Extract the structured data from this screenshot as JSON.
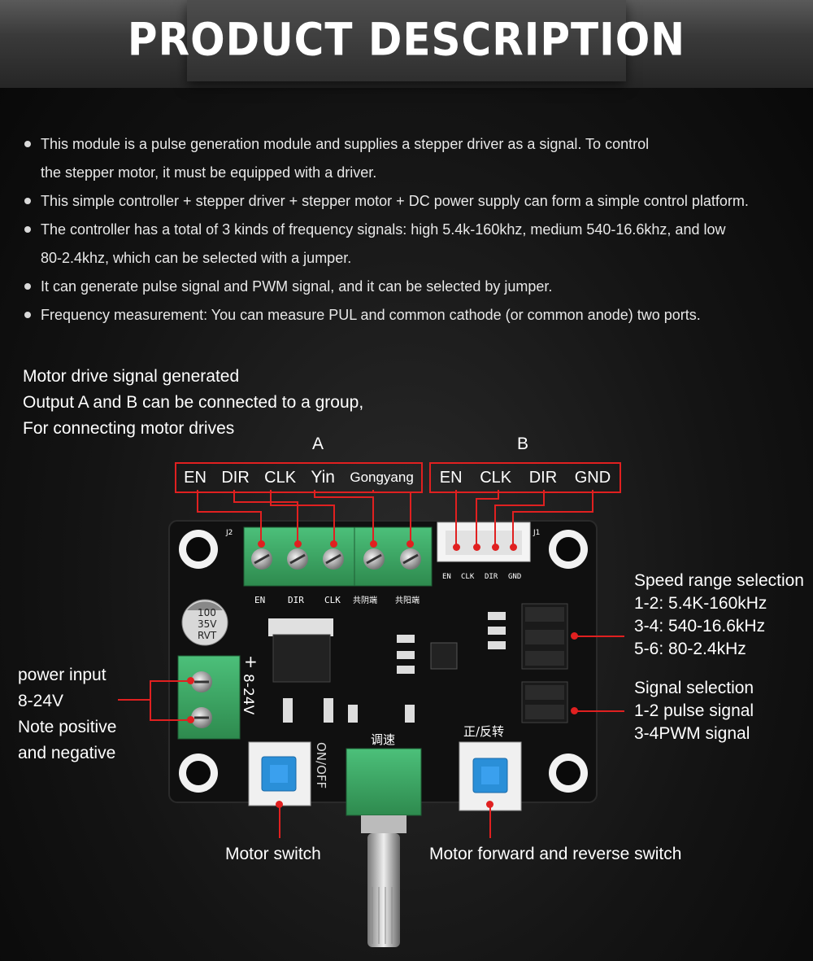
{
  "header": {
    "title": "PRODUCT DESCRIPTION"
  },
  "bullets": [
    {
      "line1": "This module is a pulse generation module and supplies a stepper driver as a signal. To control",
      "line2": "the stepper motor, it must be equipped with a driver."
    },
    {
      "line1": "This simple controller + stepper driver + stepper motor + DC power supply can form a simple control platform.",
      "line2": ""
    },
    {
      "line1": "The controller has a total of 3 kinds of frequency signals: high 5.4k-160khz, medium 540-16.6khz, and low",
      "line2": "80-2.4khz, which can be selected with a jumper."
    },
    {
      "line1": "It can generate pulse signal and PWM signal, and it can be selected by jumper.",
      "line2": ""
    },
    {
      "line1": "Frequency measurement: You can measure PUL and common cathode (or common anode) two ports.",
      "line2": ""
    }
  ],
  "intro": {
    "line1": "Motor drive signal generated",
    "line2": "Output A and B can be connected to a group,",
    "line3": "For connecting motor drives"
  },
  "output_a": {
    "label": "A",
    "pins": [
      "EN",
      "DIR",
      "CLK",
      "Yin",
      "Gongyang"
    ]
  },
  "output_b": {
    "label": "B",
    "pins": [
      "EN",
      "CLK",
      "DIR",
      "GND"
    ]
  },
  "power": {
    "line1": "power input",
    "line2": "8-24V",
    "line3": "Note positive",
    "line4": "and negative"
  },
  "speed": {
    "title": "Speed range selection",
    "r1": "1-2: 5.4K-160kHz",
    "r2": "3-4: 540-16.6kHz",
    "r3": "5-6: 80-2.4kHz"
  },
  "signal": {
    "title": "Signal selection",
    "s1": "1-2 pulse signal",
    "s2": "3-4PWM signal"
  },
  "switches": {
    "motor": "Motor switch",
    "direction": "Motor forward and reverse switch"
  },
  "board": {
    "terminal_labels": [
      "EN",
      "DIR",
      "CLK",
      "共阴端",
      "共阳端"
    ],
    "header_labels": [
      "EN",
      "CLK",
      "DIR",
      "GND"
    ],
    "j1": "J1",
    "j2": "J2",
    "power_text": "8-24V",
    "onoff": "ON/OFF",
    "speed_text": "调速",
    "dir_text": "正/反转",
    "cap_text": [
      "100",
      "35V",
      "RVT"
    ]
  },
  "colors": {
    "accent_red": "#e02020",
    "terminal_green": "#3aa860",
    "button_blue": "#2a8fd8"
  }
}
